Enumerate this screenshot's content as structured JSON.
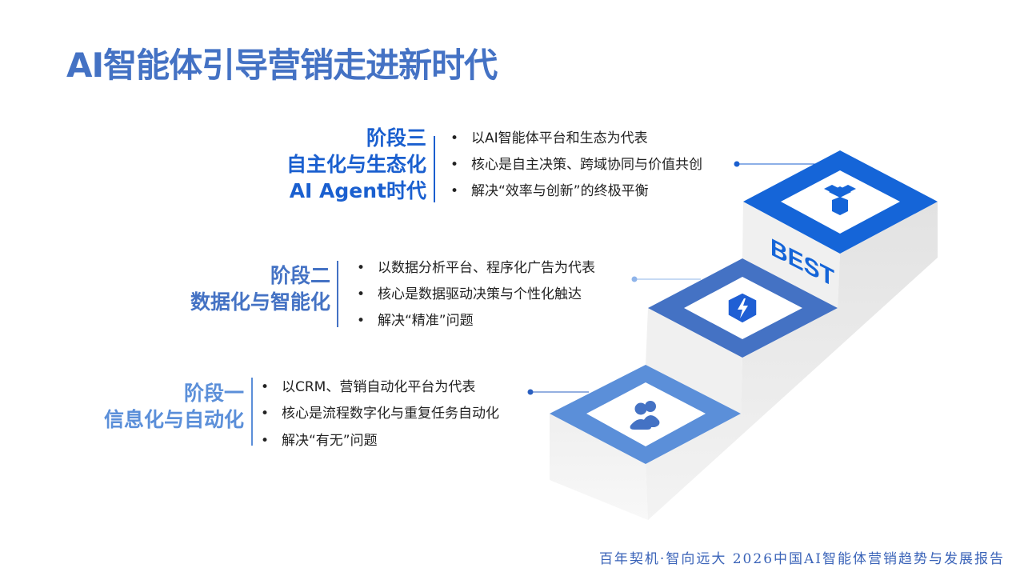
{
  "title": "AI智能体引导营销走进新时代",
  "stages": [
    {
      "heading": [
        "阶段三",
        "自主化与生态化",
        "AI Agent时代"
      ],
      "color": "#1a5fcf",
      "bullets": [
        "以AI智能体平台和生态为代表",
        "核心是自主决策、跨域协同与价值共创",
        "解决“效率与创新”的终极平衡"
      ],
      "icon": "box-icon"
    },
    {
      "heading": [
        "阶段二",
        "数据化与智能化"
      ],
      "color": "#4472c4",
      "bullets": [
        "以数据分析平台、程序化广告为代表",
        "核心是数据驱动决策与个性化触达",
        "解决“精准”问题"
      ],
      "icon": "lightning-hexagon-icon"
    },
    {
      "heading": [
        "阶段一",
        "信息化与自动化"
      ],
      "color": "#5b8fd9",
      "bullets": [
        "以CRM、营销自动化平台为代表",
        "核心是流程数字化与重复任务自动化",
        "解决“有无”问题"
      ],
      "icon": "users-icon"
    }
  ],
  "logo_text": "BEST",
  "footer": "百年契机·智向远大  2026中国AI智能体营销趋势与发展报告"
}
